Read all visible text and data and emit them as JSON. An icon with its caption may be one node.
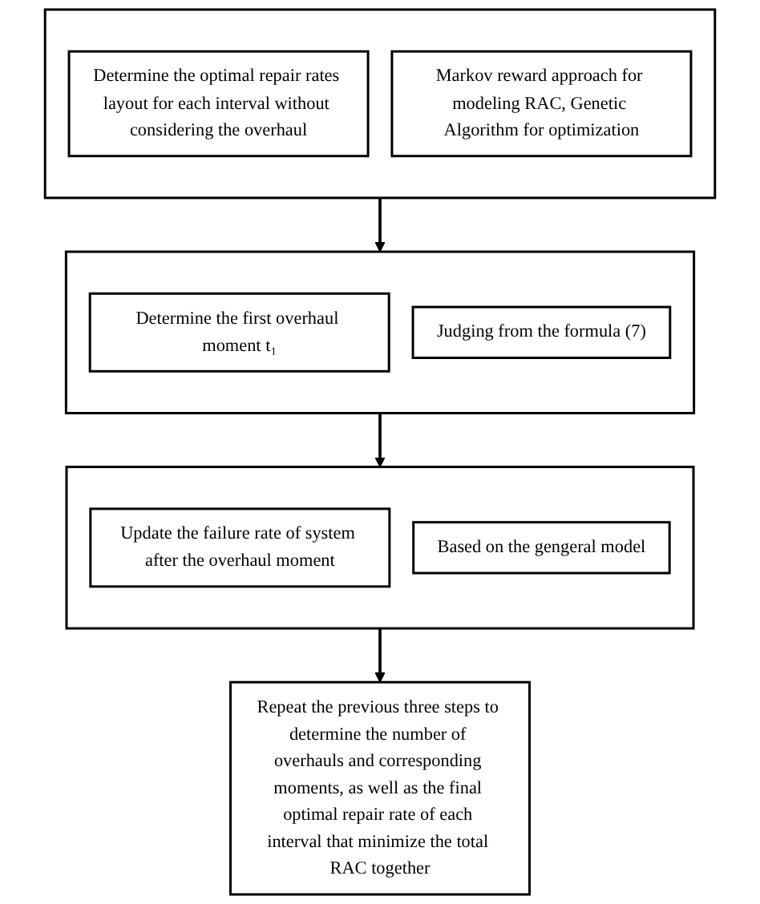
{
  "diagram": {
    "nodes": [
      {
        "text": [],
        "shape": "box"
      },
      {
        "text": [
          "Determine the optimal repair rates layout for each interval without considering the overhaul"
        ],
        "in": 0
      },
      {
        "text": [
          "Markov reward approach for modeling RAC, Genetic Algorithm for optimization"
        ],
        "in": 0
      },
      {
        "text": [],
        "shape": "box"
      },
      {
        "text": [
          "Determine the first overhaul moment t₁"
        ],
        "in": 3
      },
      {
        "text": [
          "Judging from the formula (7)"
        ],
        "in": 3
      },
      {
        "text": [],
        "shape": "box"
      },
      {
        "text": [
          "Update the failure rate of system after the overhaul moment"
        ],
        "in": 6
      },
      {
        "text": [
          "Based on the gengeral model"
        ],
        "in": 6
      },
      {
        "text": [
          "Repeat the previous three steps to determine the number of overhauls and corresponding moments, as well as the final optimal repair rate of each interval that minimize the total RAC together"
        ]
      }
    ],
    "edges": [
      {
        "from": 0,
        "to": 3,
        "arrow": "to"
      },
      {
        "from": 3,
        "to": 6,
        "arrow": "to"
      },
      {
        "from": 6,
        "to": 9,
        "arrow": "to"
      }
    ]
  }
}
